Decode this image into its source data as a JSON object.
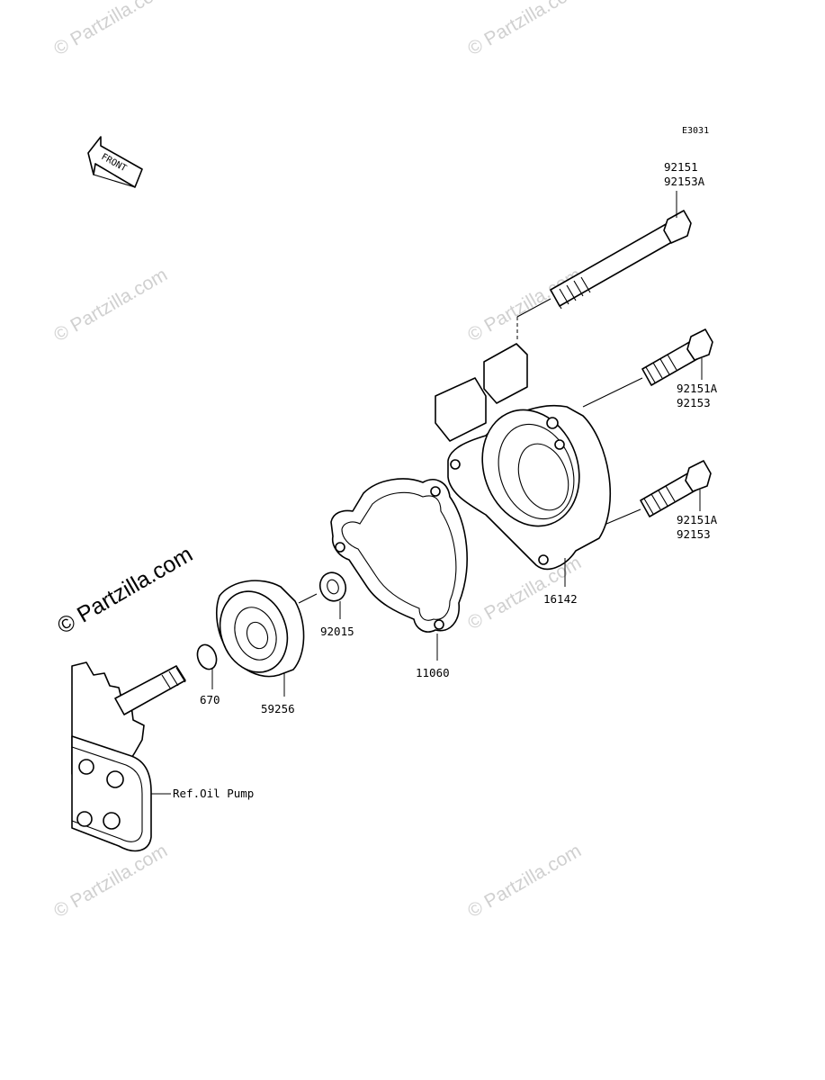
{
  "diagram": {
    "code": "E3031",
    "front_label": "FRONT",
    "parts": {
      "bolt_top": [
        "92151",
        "92153A"
      ],
      "bolt_middle": [
        "92151A",
        "92153"
      ],
      "bolt_bottom": [
        "92151A",
        "92153"
      ],
      "pump_cover": "16142",
      "gasket": "11060",
      "washer": "92015",
      "impeller": "59256",
      "o_ring": "670",
      "oil_pump_ref": "Ref.Oil Pump"
    },
    "watermark": "© Partzilla.com"
  }
}
